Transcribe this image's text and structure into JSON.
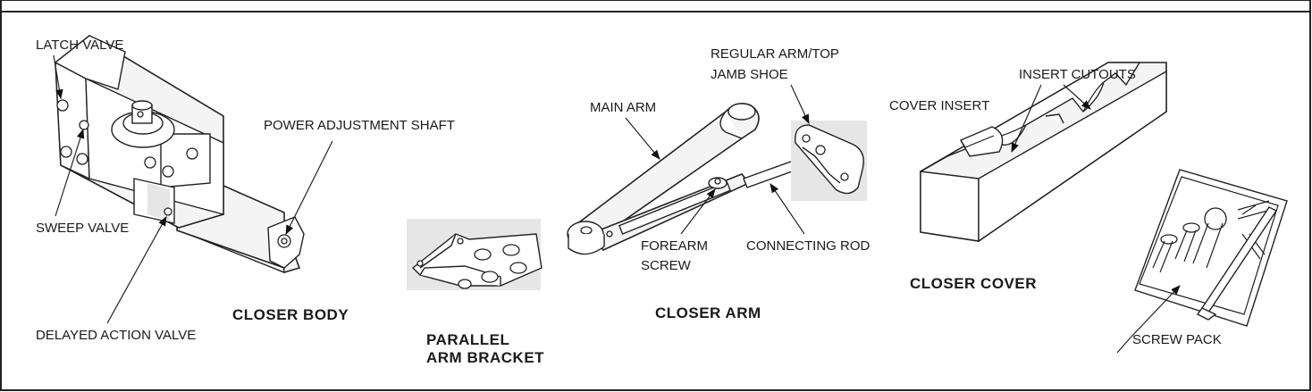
{
  "labels": {
    "latch_valve": "LATCH VALVE",
    "sweep_valve": "SWEEP VALVE",
    "delayed_action_valve": "DELAYED ACTION  VALVE",
    "power_adjustment_shaft": "POWER ADJUSTMENT SHAFT",
    "main_arm": "MAIN ARM",
    "regular_arm_line1": "REGULAR ARM/TOP",
    "regular_arm_line2": "JAMB SHOE",
    "forearm_line1": "FOREARM",
    "forearm_line2": "SCREW",
    "connecting_rod": "CONNECTING ROD",
    "cover_insert": "COVER INSERT",
    "insert_cutouts": "INSERT CUTOUTS",
    "screw_pack": "SCREW PACK"
  },
  "captions": {
    "closer_body": "CLOSER BODY",
    "parallel_line1": "PARALLEL",
    "parallel_line2": "ARM BRACKET",
    "closer_arm": "CLOSER ARM",
    "closer_cover": "CLOSER COVER"
  }
}
